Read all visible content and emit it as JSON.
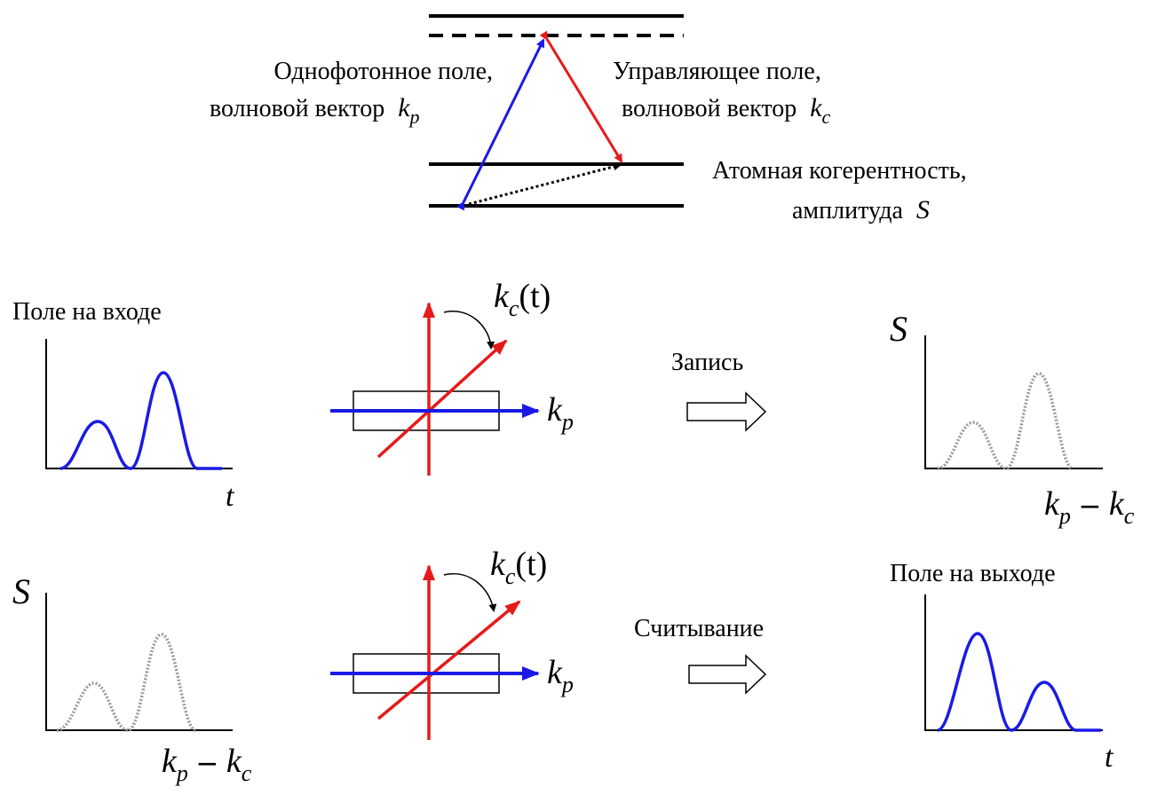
{
  "level_scheme": {
    "probe_label_line1": "Однофотонное поле,",
    "probe_label_line2": "волновой вектор",
    "probe_k": "k",
    "probe_sub": "p",
    "control_label_line1": "Управляющее поле,",
    "control_label_line2": "волновой вектор",
    "control_k": "k",
    "control_sub": "c",
    "coherence_line1": "Атомная когерентность,",
    "coherence_line2": "амплитуда",
    "coherence_symbol": "S",
    "colors": {
      "probe": "#1a1ae6",
      "control": "#e61a1a"
    }
  },
  "writing": {
    "input_title": "Поле на входе",
    "input_axis": "t",
    "kc_label": "k",
    "kc_sub": "c",
    "kc_arg": "(t)",
    "kp_label": "k",
    "kp_sub": "p",
    "action": "Запись",
    "s_label": "S",
    "s_axis_k1": "k",
    "s_axis_sub1": "p",
    "s_axis_minus": "–",
    "s_axis_k2": "k",
    "s_axis_sub2": "c"
  },
  "reading": {
    "s_label": "S",
    "s_axis_k1": "k",
    "s_axis_sub1": "p",
    "s_axis_minus": "–",
    "s_axis_k2": "k",
    "s_axis_sub2": "c",
    "kc_label": "k",
    "kc_sub": "c",
    "kc_arg": "(t)",
    "kp_label": "k",
    "kp_sub": "p",
    "action": "Считывание",
    "output_title": "Поле на выходе",
    "output_axis": "t"
  }
}
